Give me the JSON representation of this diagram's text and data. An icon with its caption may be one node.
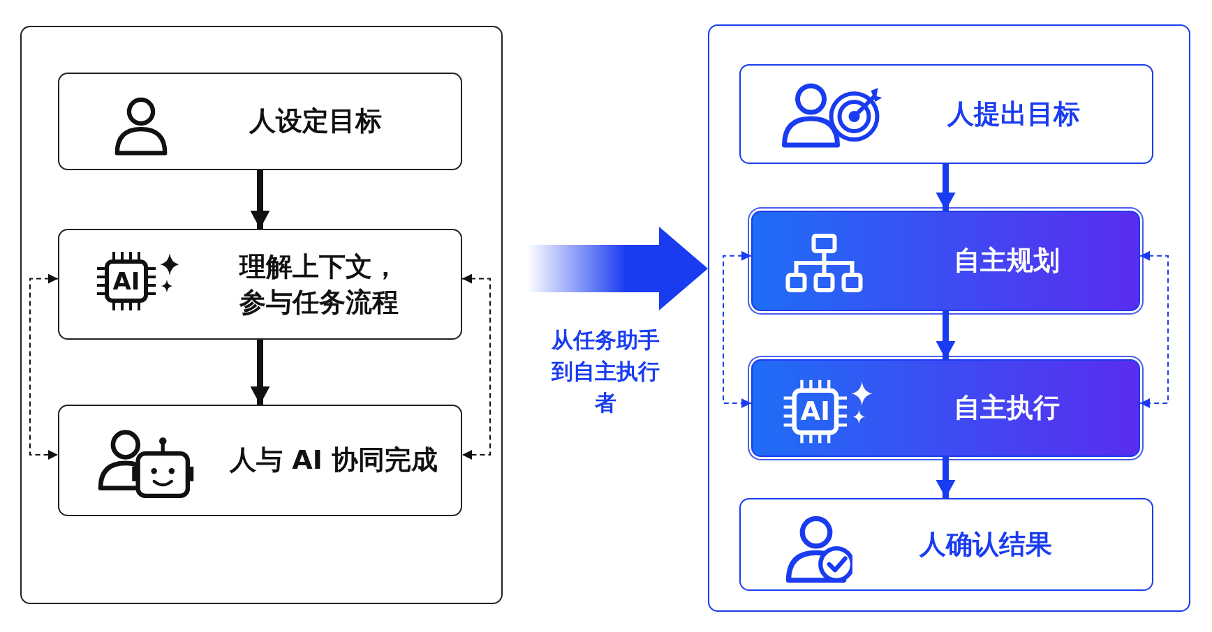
{
  "diagram": {
    "nodes": [
      {
        "text": [],
        "shape": "box"
      },
      {
        "text": [
          "人设定目标"
        ],
        "in": 0
      },
      {
        "text": [
          "理解上下文，参与任务流程"
        ],
        "in": 0
      },
      {
        "text": [
          "人与 AI 协同完成"
        ],
        "in": 0
      },
      {
        "text": [],
        "shape": "box"
      },
      {
        "text": [
          "人提出目标"
        ],
        "in": 4
      },
      {
        "text": [
          "自主规划"
        ],
        "in": 4
      },
      {
        "text": [
          "自主执行"
        ],
        "in": 4
      },
      {
        "text": [
          "人确认结果"
        ],
        "in": 4
      }
    ],
    "edges": [
      {
        "from": 1,
        "to": 2,
        "arrow": "to",
        "color": "#111111"
      },
      {
        "from": 2,
        "to": 3,
        "arrow": "to",
        "color": "#111111"
      },
      {
        "from": 2,
        "to": 3,
        "arrow": "both",
        "style": "dashed",
        "color": "#111111"
      },
      {
        "from": 2,
        "to": 3,
        "arrow": "both",
        "style": "dashed",
        "color": "#111111"
      },
      {
        "from": 0,
        "to": 4,
        "arrow": "to",
        "style": "thick",
        "label": "从任务助手到自主执行者"
      },
      {
        "from": 5,
        "to": 6,
        "arrow": "to"
      },
      {
        "from": 6,
        "to": 7,
        "arrow": "to"
      },
      {
        "from": 7,
        "to": 8,
        "arrow": "to"
      },
      {
        "from": 6,
        "to": 7,
        "arrow": "both",
        "style": "dashed"
      },
      {
        "from": 6,
        "to": 7,
        "arrow": "both",
        "style": "dashed"
      }
    ],
    "labels": [
      "AI",
      "AI"
    ]
  }
}
